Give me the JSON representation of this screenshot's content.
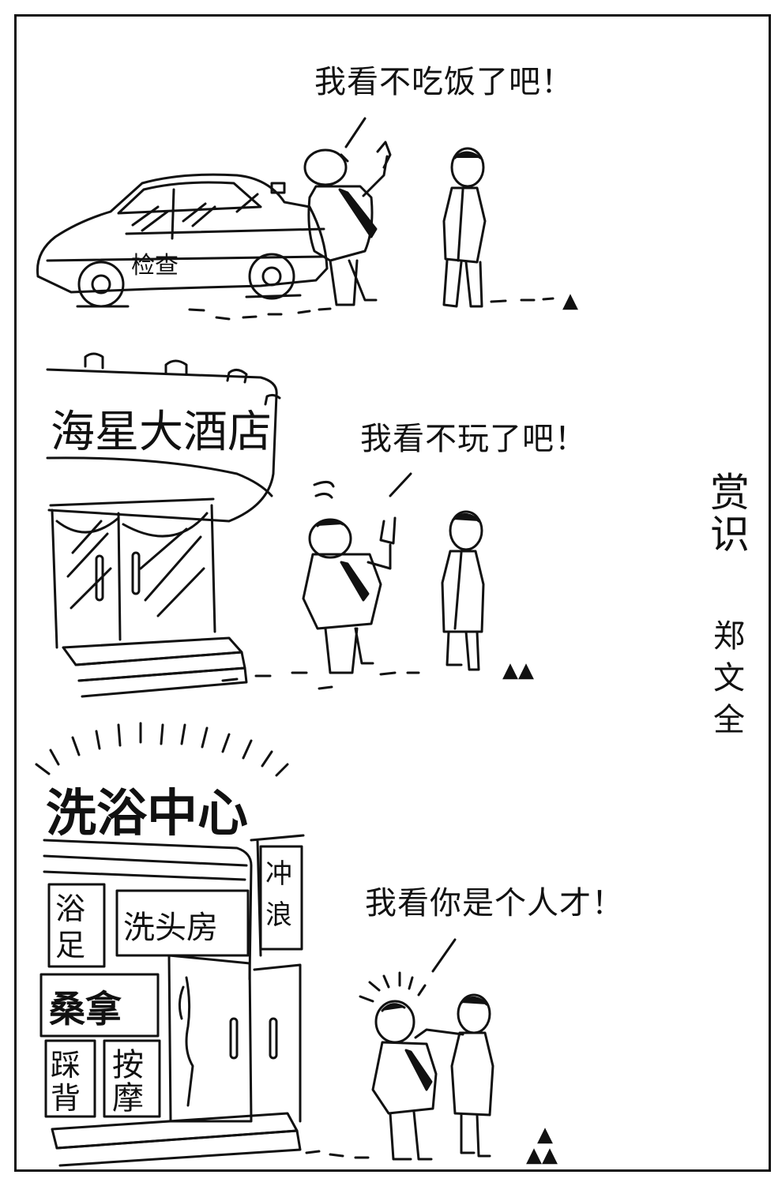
{
  "title": [
    "赏",
    "识"
  ],
  "author": [
    "郑",
    "文",
    "全"
  ],
  "panels": [
    {
      "speech": "我看不吃饭了吧！",
      "sign": "检查",
      "marker": "▲"
    },
    {
      "speech": "我看不玩了吧！",
      "sign": "海星大酒店",
      "marker": "▲▲"
    },
    {
      "speech": "我看你是个人才！",
      "sign": "洗浴中心",
      "sub_signs": {
        "foot": [
          "浴",
          "足"
        ],
        "hair": "洗头房",
        "surf": [
          "冲",
          "浪"
        ],
        "sauna": "桑拿",
        "back": [
          "踩",
          "背"
        ],
        "massage": [
          "按",
          "摩"
        ]
      },
      "marker_top": "▲",
      "marker_bottom": "▲▲"
    }
  ]
}
